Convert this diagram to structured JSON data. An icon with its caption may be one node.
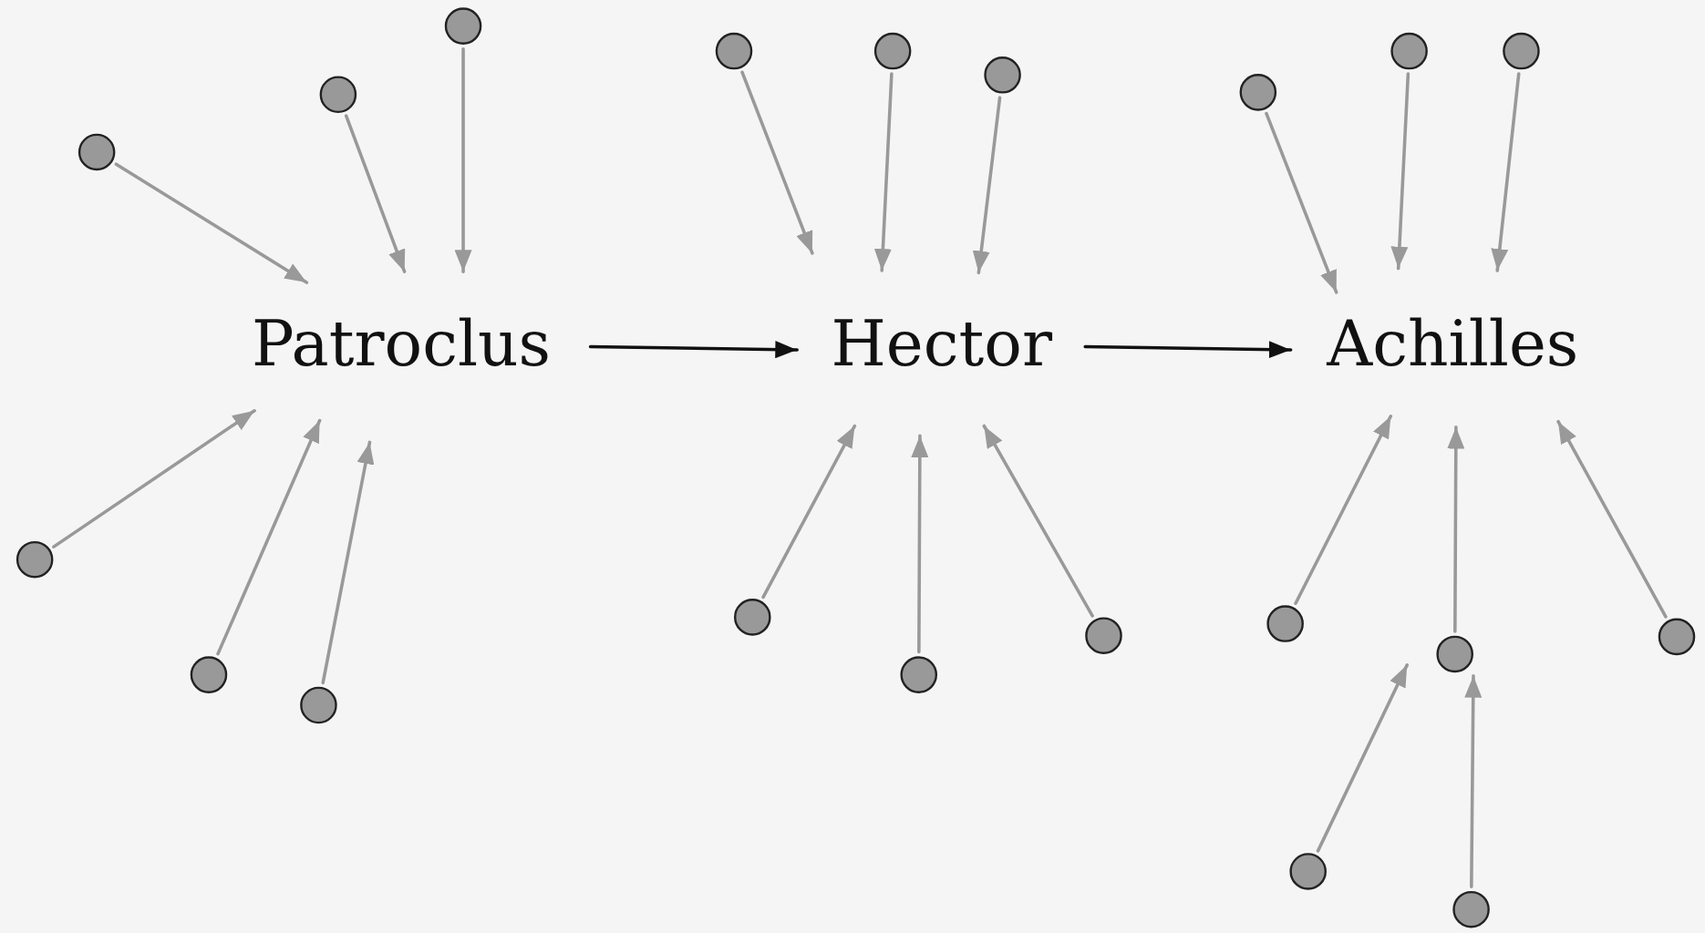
{
  "diagram": {
    "nodes": [
      {
        "text": [
          "Patroclus"
        ]
      },
      {
        "text": [
          "Hector"
        ]
      },
      {
        "text": [
          "Achilles"
        ]
      },
      {
        "text": [],
        "shape": "circle"
      },
      {
        "text": [],
        "shape": "circle"
      },
      {
        "text": [],
        "shape": "circle"
      },
      {
        "text": [],
        "shape": "circle"
      },
      {
        "text": [],
        "shape": "circle"
      },
      {
        "text": [],
        "shape": "circle"
      },
      {
        "text": [],
        "shape": "circle"
      },
      {
        "text": [],
        "shape": "circle"
      },
      {
        "text": [],
        "shape": "circle"
      },
      {
        "text": [],
        "shape": "circle"
      },
      {
        "text": [],
        "shape": "circle"
      },
      {
        "text": [],
        "shape": "circle"
      },
      {
        "text": [],
        "shape": "circle"
      },
      {
        "text": [],
        "shape": "circle"
      },
      {
        "text": [],
        "shape": "circle"
      },
      {
        "text": [],
        "shape": "circle"
      },
      {
        "text": [],
        "shape": "circle"
      },
      {
        "text": [],
        "shape": "circle"
      },
      {
        "text": [],
        "shape": "circle"
      },
      {
        "text": [],
        "shape": "circle"
      }
    ],
    "edges": [
      {
        "from": 0,
        "to": 1,
        "arrow": "to",
        "color": "#111111"
      },
      {
        "from": 1,
        "to": 2,
        "arrow": "to",
        "color": "#111111"
      },
      {
        "from": 3,
        "to": 0,
        "arrow": "to"
      },
      {
        "from": 4,
        "to": 0,
        "arrow": "to"
      },
      {
        "from": 5,
        "to": 0,
        "arrow": "to"
      },
      {
        "from": 6,
        "to": 0,
        "arrow": "to"
      },
      {
        "from": 7,
        "to": 0,
        "arrow": "to"
      },
      {
        "from": 8,
        "to": 0,
        "arrow": "to"
      },
      {
        "from": 9,
        "to": 1,
        "arrow": "to"
      },
      {
        "from": 10,
        "to": 1,
        "arrow": "to"
      },
      {
        "from": 11,
        "to": 1,
        "arrow": "to"
      },
      {
        "from": 12,
        "to": 1,
        "arrow": "to"
      },
      {
        "from": 13,
        "to": 1,
        "arrow": "to"
      },
      {
        "from": 14,
        "to": 1,
        "arrow": "to"
      },
      {
        "from": 15,
        "to": 2,
        "arrow": "to"
      },
      {
        "from": 16,
        "to": 2,
        "arrow": "to"
      },
      {
        "from": 17,
        "to": 2,
        "arrow": "to"
      },
      {
        "from": 18,
        "to": 2,
        "arrow": "to"
      },
      {
        "from": 19,
        "to": 2,
        "arrow": "to"
      },
      {
        "from": 20,
        "to": 2,
        "arrow": "to"
      },
      {
        "from": 21,
        "to": 19,
        "arrow": "to"
      },
      {
        "from": 22,
        "to": 19,
        "arrow": "to"
      }
    ]
  }
}
